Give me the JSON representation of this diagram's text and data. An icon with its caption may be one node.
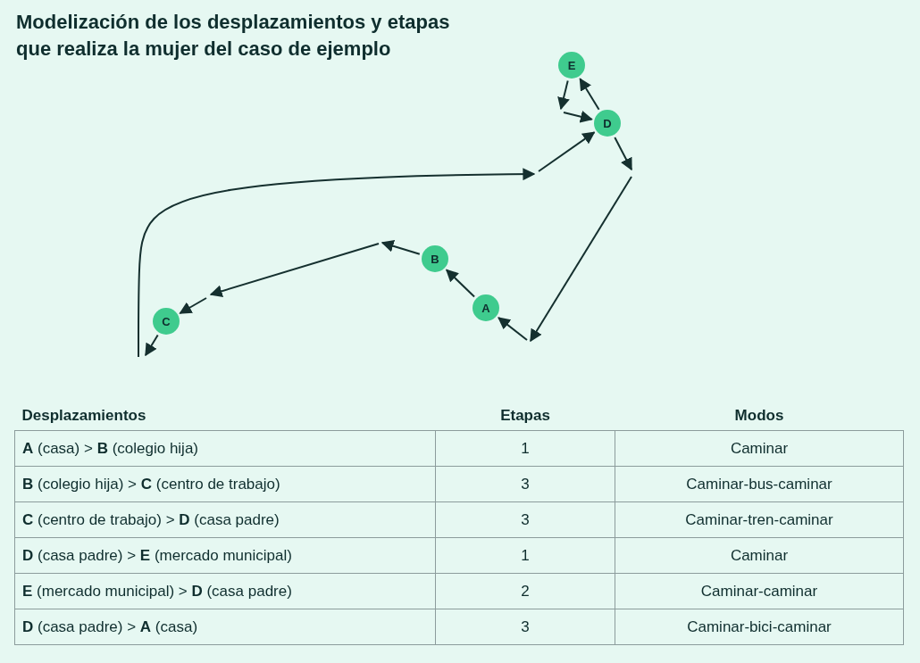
{
  "diagram": {
    "title": "Modelización de los desplazamientos y etapas que realiza la mujer del caso de ejemplo",
    "nodes": [
      {
        "text": [
          "E"
        ]
      },
      {
        "text": [
          "D"
        ]
      },
      {
        "text": [
          "B"
        ]
      },
      {
        "text": [
          "A"
        ]
      },
      {
        "text": [
          "C"
        ]
      }
    ],
    "edges": [
      {
        "from": 3,
        "to": 2,
        "arrow": "to"
      },
      {
        "from": 2,
        "to": null,
        "arrow": "to"
      },
      {
        "from": null,
        "to": 4,
        "arrow": "to"
      },
      {
        "from": 4,
        "to": null,
        "arrow": "to"
      },
      {
        "from": null,
        "to": 1,
        "arrow": "to"
      },
      {
        "from": 1,
        "to": 0,
        "arrow": "to"
      },
      {
        "from": 0,
        "to": null,
        "arrow": "to"
      },
      {
        "from": null,
        "to": 1,
        "arrow": "to"
      },
      {
        "from": 1,
        "to": null,
        "arrow": "to"
      },
      {
        "from": null,
        "to": 3,
        "arrow": "to"
      }
    ],
    "labels": [
      "Desplazamientos",
      "Etapas",
      "Modos",
      "**A** (casa) > **B** (colegio hija)",
      "1",
      "Caminar",
      "**B** (colegio hija) > **C** (centro de trabajo)",
      "3",
      "Caminar-bus-caminar",
      "**C** (centro de trabajo) > **D** (casa padre)",
      "3",
      "Caminar-tren-caminar",
      "**D** (casa padre) > **E** (mercado municipal)",
      "1",
      "Caminar",
      "**E** (mercado municipal) > **D** (casa padre)",
      "2",
      "Caminar-caminar",
      "**D** (casa padre) > **A** (casa)",
      "3",
      "Caminar-bici-caminar"
    ]
  }
}
